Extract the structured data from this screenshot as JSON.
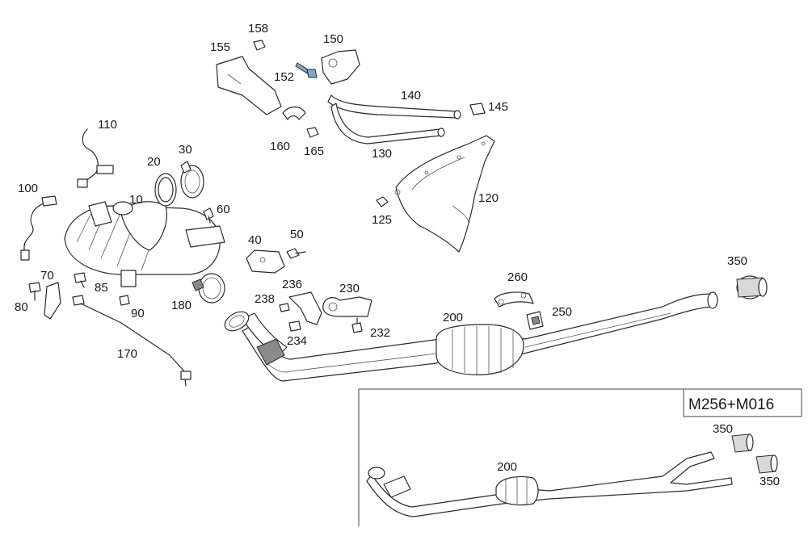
{
  "callouts": {
    "c10": "10",
    "c20": "20",
    "c30": "30",
    "c40": "40",
    "c50": "50",
    "c60": "60",
    "c70": "70",
    "c80": "80",
    "c85": "85",
    "c90": "90",
    "c100": "100",
    "c110": "110",
    "c120": "120",
    "c125": "125",
    "c130": "130",
    "c140": "140",
    "c145": "145",
    "c150": "150",
    "c152": "152",
    "c155": "155",
    "c158": "158",
    "c160": "160",
    "c165": "165",
    "c170": "170",
    "c180": "180",
    "c200": "200",
    "c230": "230",
    "c232": "232",
    "c234": "234",
    "c236": "236",
    "c238": "238",
    "c250": "250",
    "c260": "260",
    "c350": "350",
    "inset_200": "200",
    "inset_350a": "350",
    "inset_350b": "350"
  },
  "variant_label": "M256+M016",
  "colors": {
    "stroke": "#2a2a2a",
    "bolt_highlight": "#7fa8cf",
    "background": "#ffffff"
  }
}
